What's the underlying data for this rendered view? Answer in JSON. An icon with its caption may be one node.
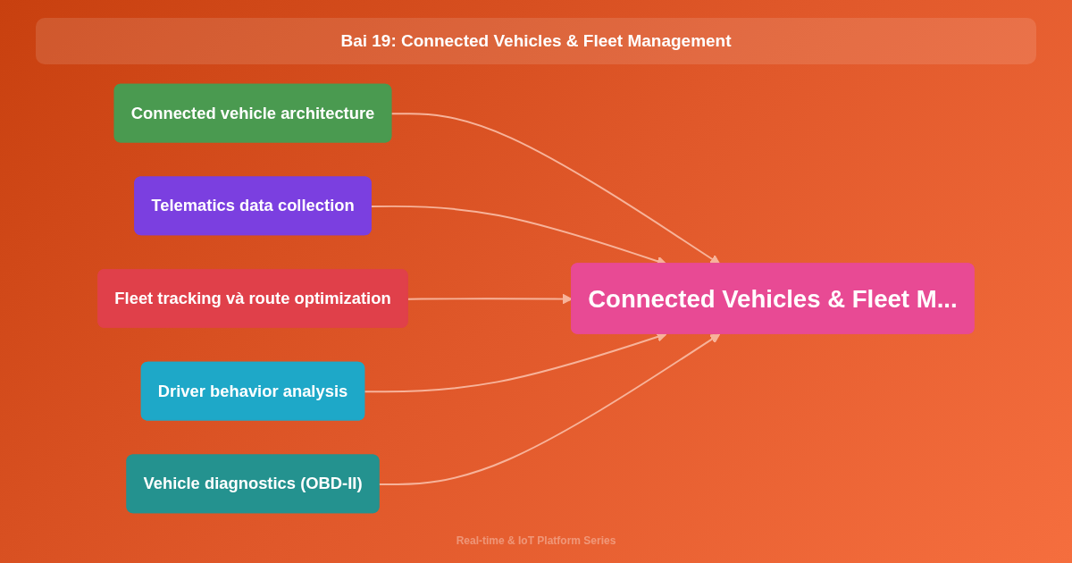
{
  "diagram": {
    "title": "Bai 19: Connected Vehicles & Fleet Management",
    "caption": "Real-time & IoT Platform Series",
    "nodes": [
      {
        "text": [
          "Connected vehicle architecture"
        ]
      },
      {
        "text": [
          "Telematics data collection"
        ]
      },
      {
        "text": [
          "Fleet tracking và route optimization"
        ]
      },
      {
        "text": [
          "Connected Vehicles & Fleet M..."
        ]
      },
      {
        "text": [
          "Driver behavior analysis"
        ]
      },
      {
        "text": [
          "Vehicle diagnostics (OBD-II)"
        ]
      }
    ],
    "edges": [
      {
        "from": 0,
        "to": 3,
        "arrow": "to"
      },
      {
        "from": 1,
        "to": 3,
        "arrow": "to"
      },
      {
        "from": 2,
        "to": 3,
        "arrow": "to"
      },
      {
        "from": 4,
        "to": 3,
        "arrow": "to"
      },
      {
        "from": 5,
        "to": 3,
        "arrow": "to"
      }
    ]
  }
}
